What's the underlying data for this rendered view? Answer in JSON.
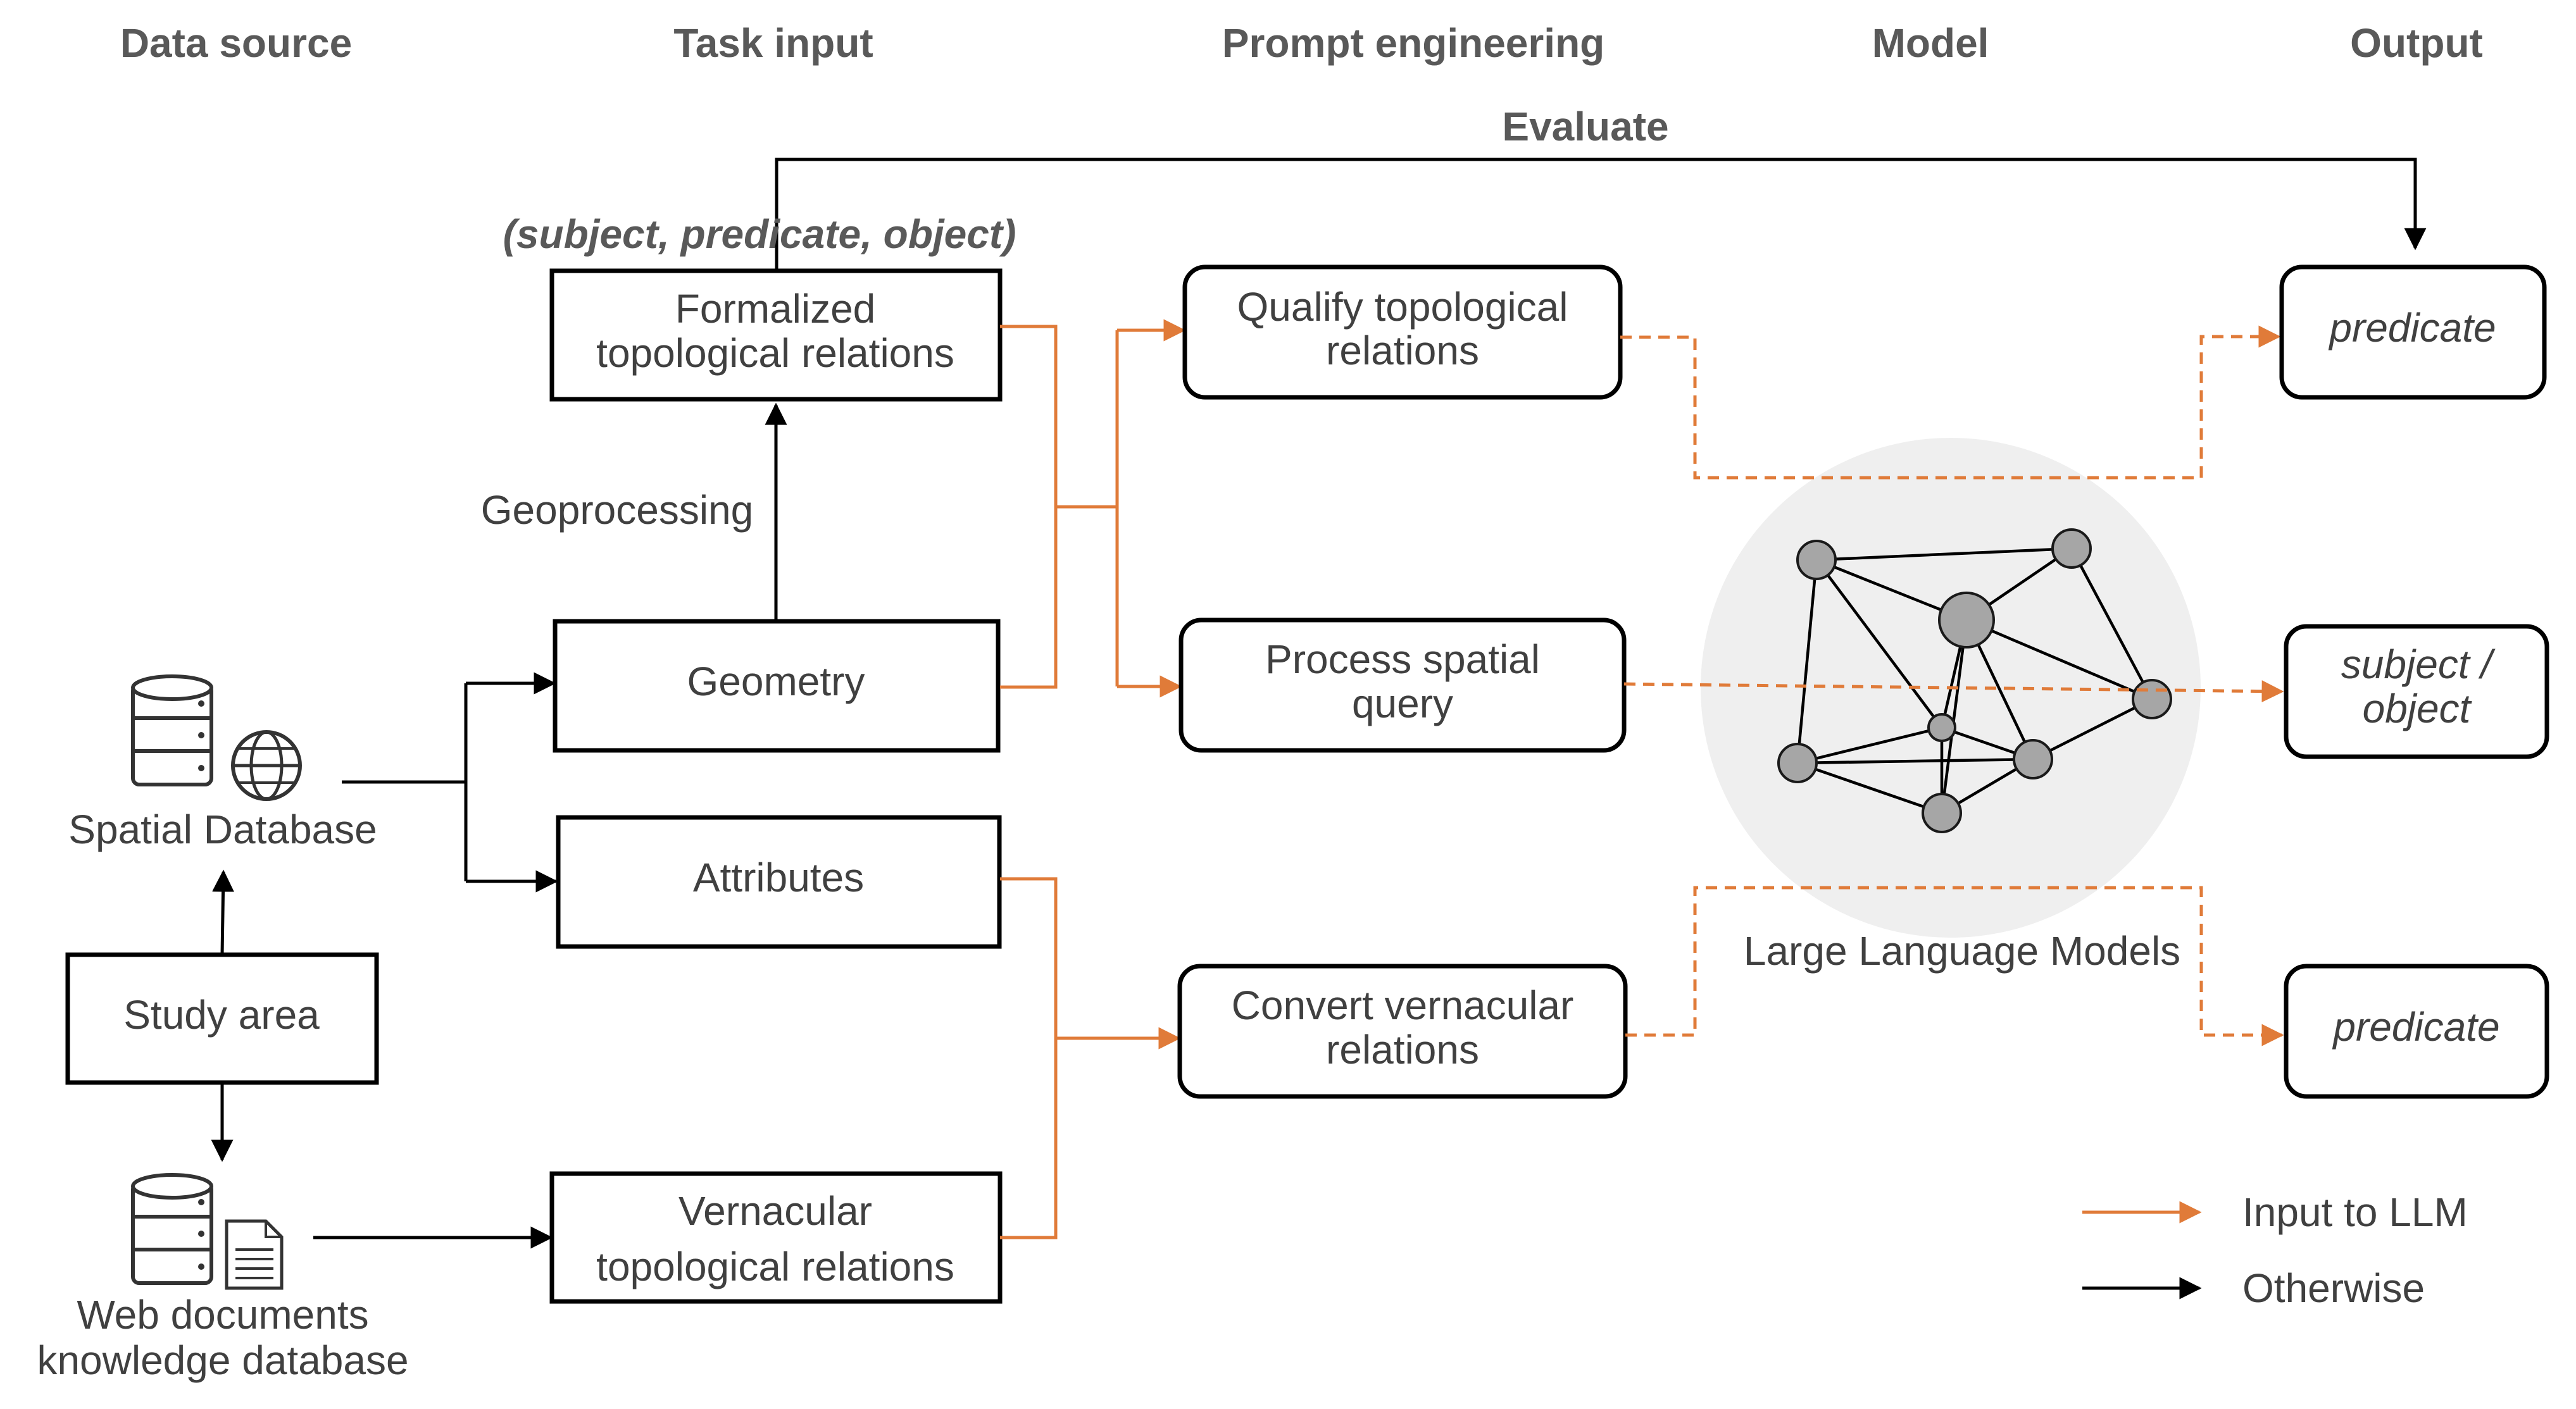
{
  "headers": {
    "data_source": "Data source",
    "task_input": "Task input",
    "prompt_engineering": "Prompt engineering",
    "model": "Model",
    "output": "Output"
  },
  "evaluate_label": "Evaluate",
  "triple_label": "(subject, predicate, object)",
  "geoprocessing_label": "Geoprocessing",
  "data_sources": {
    "spatial_database": "Spatial Database",
    "study_area": "Study area",
    "web_documents": [
      "Web documents",
      "knowledge database"
    ]
  },
  "task_inputs": {
    "formalized": [
      "Formalized",
      "topological relations"
    ],
    "geometry": "Geometry",
    "attributes": "Attributes",
    "vernacular": [
      "Vernacular",
      "topological relations"
    ]
  },
  "prompts": {
    "qualify": [
      "Qualify topological",
      "relations"
    ],
    "process": [
      "Process spatial",
      "query"
    ],
    "convert": [
      "Convert vernacular",
      "relations"
    ]
  },
  "model_label": "Large Language Models",
  "outputs": {
    "top": "predicate",
    "middle": [
      "subject /",
      "object"
    ],
    "bottom": "predicate"
  },
  "legend": {
    "input_to_llm": "Input to LLM",
    "otherwise": "Otherwise"
  },
  "colors": {
    "input_arrow": "#E07B39",
    "other_arrow": "#000000",
    "node_fill": "#A6A6A6",
    "model_circle": "#EFEFEF"
  },
  "icons": [
    "database-icon",
    "globe-icon",
    "document-icon"
  ]
}
